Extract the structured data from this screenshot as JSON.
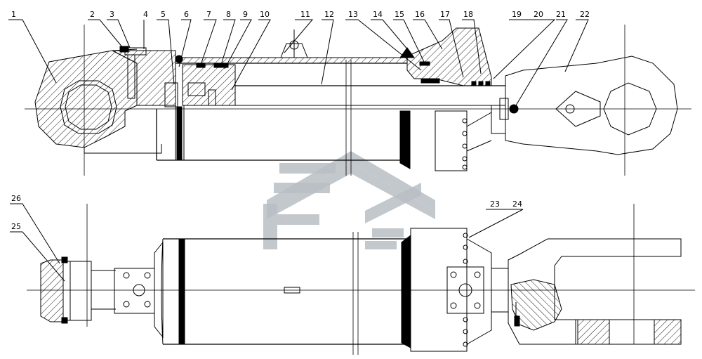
{
  "callouts_top": [
    "1",
    "2",
    "3",
    "4",
    "5",
    "6",
    "7",
    "8",
    "9",
    "10",
    "11",
    "12",
    "13",
    "14",
    "15",
    "16",
    "17",
    "18",
    "19",
    "20",
    "21",
    "22"
  ],
  "callouts_bottom": [
    "26",
    "25",
    "23",
    "24"
  ],
  "colors": {
    "line": "#000000",
    "background": "#ffffff",
    "watermark": "#b9bec3"
  },
  "watermark": {
    "icon": "stacked-chevron-logo"
  }
}
